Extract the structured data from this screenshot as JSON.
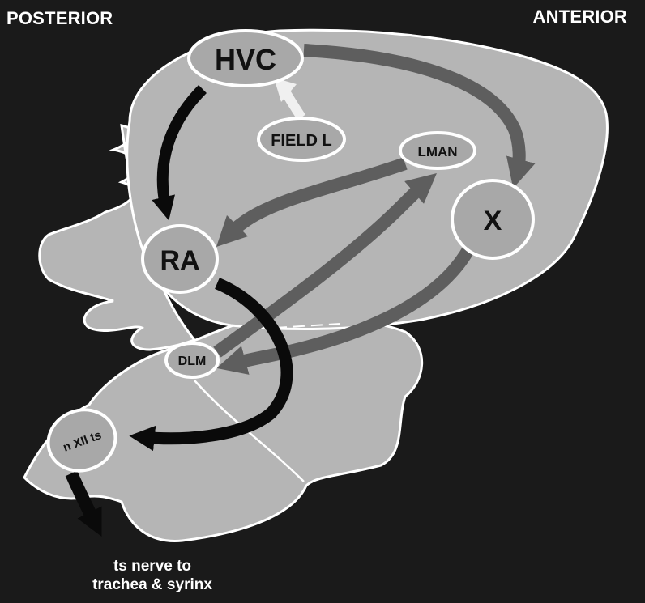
{
  "orientation": {
    "posterior": "POSTERIOR",
    "anterior": "ANTERIOR"
  },
  "nuclei": {
    "hvc": "HVC",
    "field_l": "FIELD L",
    "lman": "LMAN",
    "x": "X",
    "ra": "RA",
    "dlm": "DLM",
    "nxii": "n XII ts"
  },
  "caption": {
    "line1": "ts nerve to",
    "line2": "trachea & syrinx"
  },
  "colors": {
    "background": "#1a1a1a",
    "brain_fill": "#b5b5b5",
    "outline": "#ffffff",
    "nucleus_fill": "#a8a8a8",
    "motor_pathway": "#0a0a0a",
    "anterior_forebrain_pathway": "#5e5e5e",
    "auditory_input": "#f0f0f0"
  },
  "pathways": [
    {
      "from": "HVC",
      "to": "RA",
      "type": "motor"
    },
    {
      "from": "RA",
      "to": "n XII ts",
      "type": "motor"
    },
    {
      "from": "n XII ts",
      "to": "ts nerve",
      "type": "motor"
    },
    {
      "from": "HVC",
      "to": "X",
      "type": "anterior_forebrain"
    },
    {
      "from": "X",
      "to": "DLM",
      "type": "anterior_forebrain"
    },
    {
      "from": "DLM",
      "to": "LMAN",
      "type": "anterior_forebrain"
    },
    {
      "from": "LMAN",
      "to": "RA",
      "type": "anterior_forebrain"
    },
    {
      "from": "FIELD L",
      "to": "HVC",
      "type": "auditory"
    }
  ]
}
